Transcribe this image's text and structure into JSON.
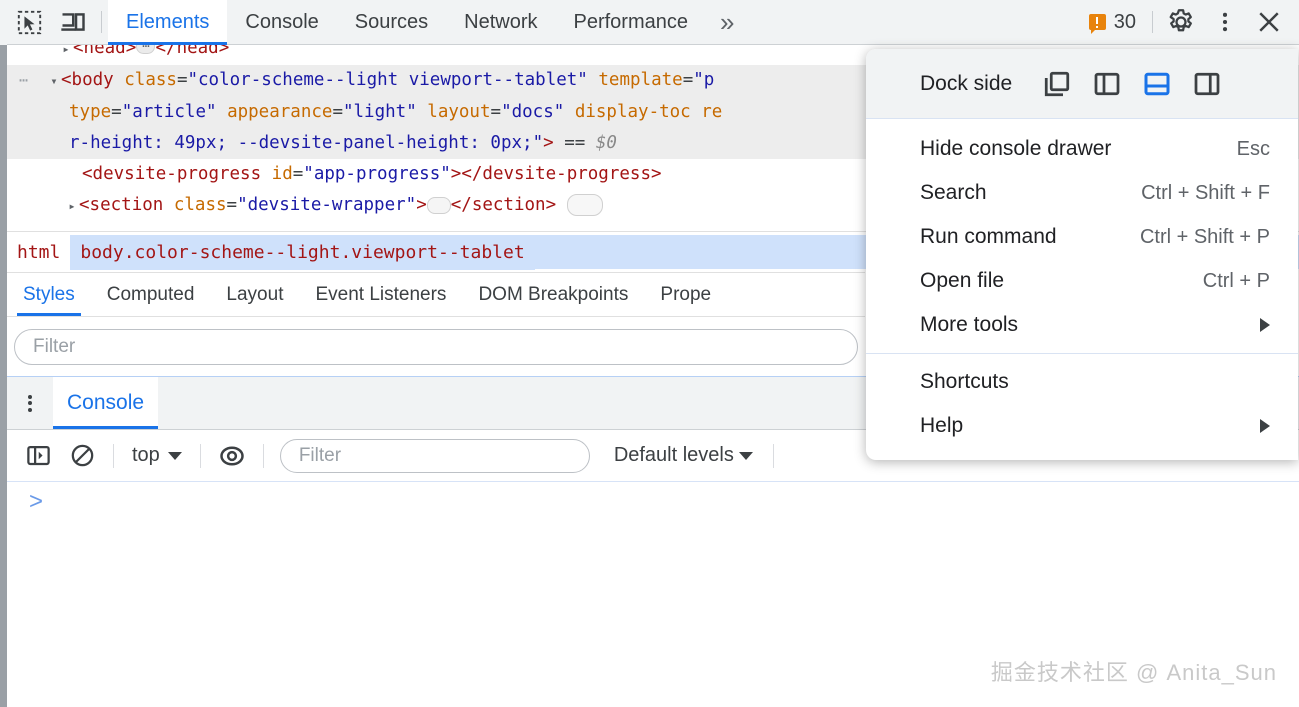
{
  "toolbar": {
    "inspect_icon": "inspect-cursor-icon",
    "device_icon": "device-toolbar-icon",
    "tabs": [
      {
        "label": "Elements",
        "active": true
      },
      {
        "label": "Console",
        "active": false
      },
      {
        "label": "Sources",
        "active": false
      },
      {
        "label": "Network",
        "active": false
      },
      {
        "label": "Performance",
        "active": false
      }
    ],
    "more_tabs": "»",
    "warning_count": "30",
    "settings_icon": "gear-icon",
    "kebab_icon": "more-options-icon",
    "close_icon": "close-icon"
  },
  "dom_tree": {
    "rows": [
      {
        "id": "head-row",
        "segments": [
          {
            "t": "punct",
            "v": "<"
          },
          {
            "t": "name",
            "v": "head"
          },
          {
            "t": "punct",
            "v": ">"
          },
          {
            "t": "dots",
            "v": "…"
          },
          {
            "t": "punct",
            "v": "</"
          },
          {
            "t": "name",
            "v": "head"
          },
          {
            "t": "punct",
            "v": ">"
          }
        ]
      },
      {
        "id": "body-row-1",
        "text": "<body class=\"color-scheme--light viewport--tablet\" template=\"p"
      },
      {
        "id": "body-row-2",
        "text": "type=\"article\" appearance=\"light\" layout=\"docs\" display-toc re"
      },
      {
        "id": "body-row-3",
        "text": "r-height: 49px; --devsite-panel-height: 0px;\"> == $0"
      },
      {
        "id": "progress-row",
        "text": "<devsite-progress id=\"app-progress\"></devsite-progress>"
      },
      {
        "id": "section-row",
        "text": "<section class=\"devsite-wrapper\">…</section>"
      }
    ]
  },
  "breadcrumb": {
    "items": [
      {
        "label": "html",
        "selected": false
      },
      {
        "label": "body.color-scheme--light.viewport--tablet",
        "selected": true
      }
    ]
  },
  "style_tabs": [
    {
      "label": "Styles",
      "active": true
    },
    {
      "label": "Computed",
      "active": false
    },
    {
      "label": "Layout",
      "active": false
    },
    {
      "label": "Event Listeners",
      "active": false
    },
    {
      "label": "DOM Breakpoints",
      "active": false
    },
    {
      "label": "Prope",
      "active": false
    }
  ],
  "styles_filter": {
    "placeholder": "Filter",
    "value": ""
  },
  "drawer": {
    "tab_label": "Console",
    "kebab_icon": "more-options-icon",
    "toolbar": {
      "sidebar_icon": "console-sidebar-icon",
      "clear_icon": "clear-console-icon",
      "context_label": "top",
      "eye_icon": "live-expression-icon",
      "filter_placeholder": "Filter",
      "filter_value": "",
      "levels_label": "Default levels"
    },
    "prompt_caret": ">"
  },
  "menu": {
    "dock_label": "Dock side",
    "dock_options": [
      {
        "name": "undock-into-separate-window",
        "selected": false
      },
      {
        "name": "dock-to-left",
        "selected": false
      },
      {
        "name": "dock-to-bottom",
        "selected": true
      },
      {
        "name": "dock-to-right",
        "selected": false
      }
    ],
    "items": [
      {
        "label": "Hide console drawer",
        "shortcut": "Esc",
        "submenu": false
      },
      {
        "label": "Search",
        "shortcut": "Ctrl + Shift + F",
        "submenu": false
      },
      {
        "label": "Run command",
        "shortcut": "Ctrl + Shift + P",
        "submenu": false
      },
      {
        "label": "Open file",
        "shortcut": "Ctrl + P",
        "submenu": false
      },
      {
        "label": "More tools",
        "shortcut": "",
        "submenu": true
      }
    ],
    "items2": [
      {
        "label": "Shortcuts",
        "shortcut": "",
        "submenu": false
      },
      {
        "label": "Help",
        "shortcut": "",
        "submenu": true
      }
    ]
  },
  "watermark": "掘金技术社区 @ Anita_Sun",
  "colors": {
    "accent": "#1a73e8",
    "toolbar_bg": "#f1f3f4",
    "warning": "#e8830c",
    "selection": "#cfe1fb",
    "tag": "#a31515",
    "attr_name": "#c66a00",
    "attr_value": "#1a1aa6"
  }
}
